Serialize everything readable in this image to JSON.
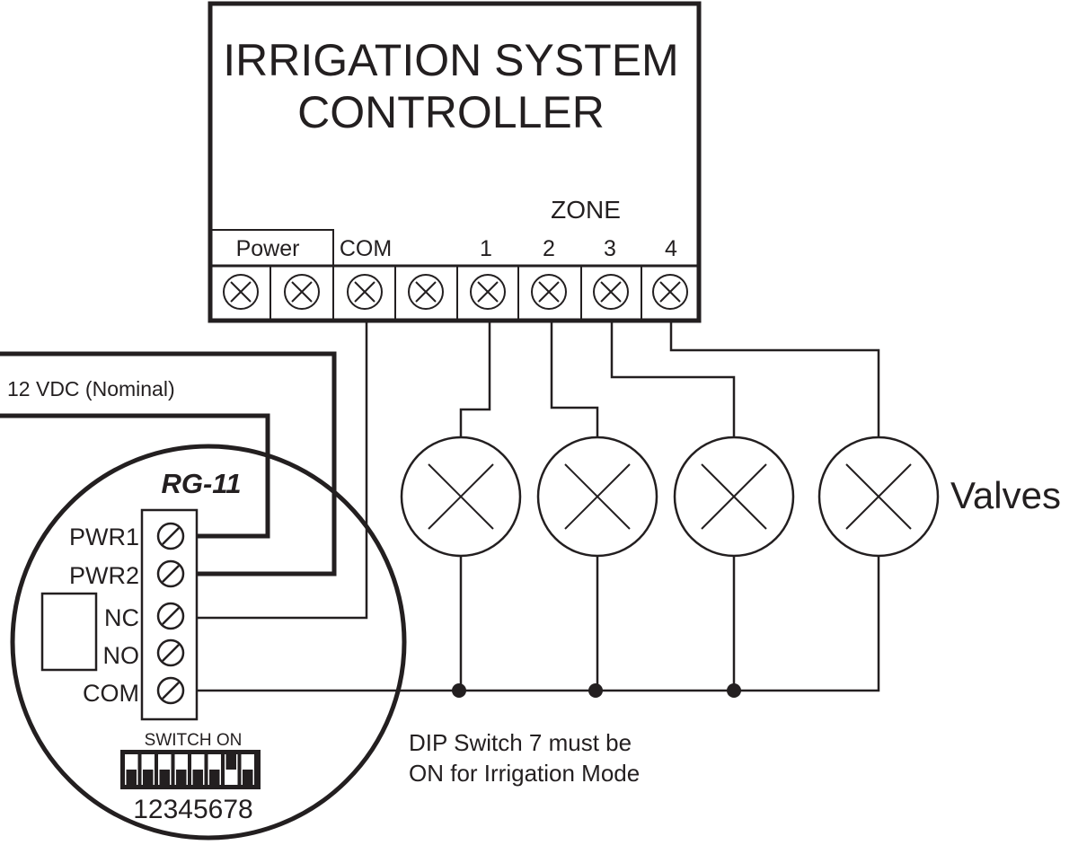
{
  "controller": {
    "title_line1": "IRRIGATION SYSTEM",
    "title_line2": "CONTROLLER",
    "power_label": "Power",
    "com_label": "COM",
    "zone_label": "ZONE",
    "zone_numbers": [
      "1",
      "2",
      "3",
      "4"
    ]
  },
  "supply_label": "12 VDC (Nominal)",
  "sensor": {
    "model": "RG-11",
    "terminals": [
      "PWR1",
      "PWR2",
      "NC",
      "NO",
      "COM"
    ],
    "switch_label": "SWITCH ON",
    "switch_numbers": "12345678",
    "dip_on": [
      false,
      false,
      false,
      false,
      false,
      false,
      true,
      false
    ]
  },
  "valves_label": "Valves",
  "note_line1": "DIP Switch 7 must be",
  "note_line2": "ON for Irrigation Mode",
  "colors": {
    "ink": "#231f20",
    "background": "#ffffff"
  }
}
